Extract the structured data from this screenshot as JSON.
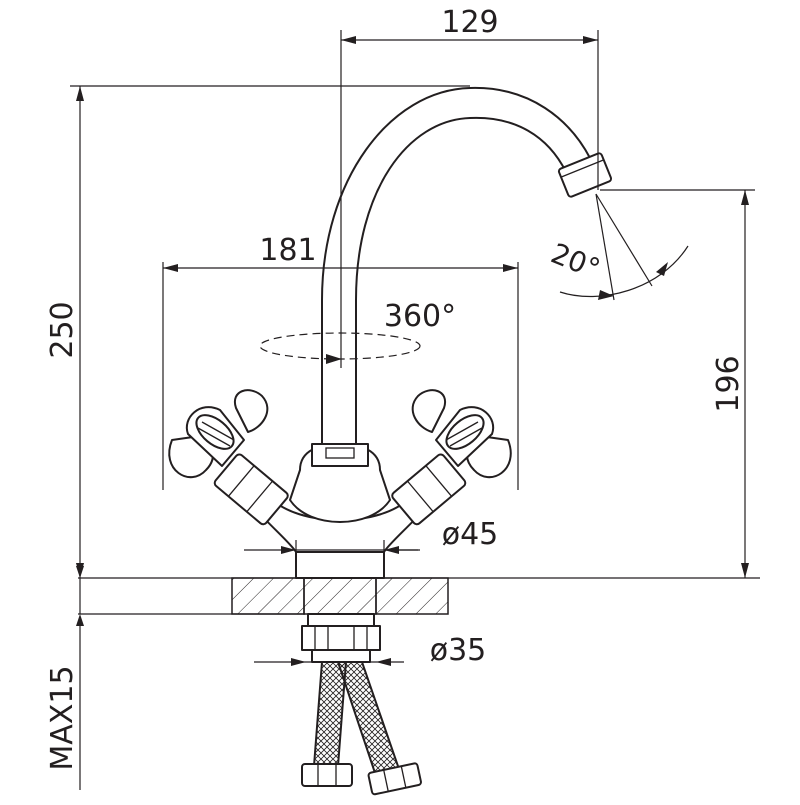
{
  "dimensions": {
    "spout_reach": "129",
    "total_height": "250",
    "outlet_height": "196",
    "handle_span": "181",
    "swivel_angle": "360°",
    "aerator_angle": "20°",
    "base_diameter": "ø45",
    "shank_diameter": "ø35",
    "max_countertop": "MAX15"
  },
  "icons": {
    "rotation": "swivel-rotation-icon"
  }
}
